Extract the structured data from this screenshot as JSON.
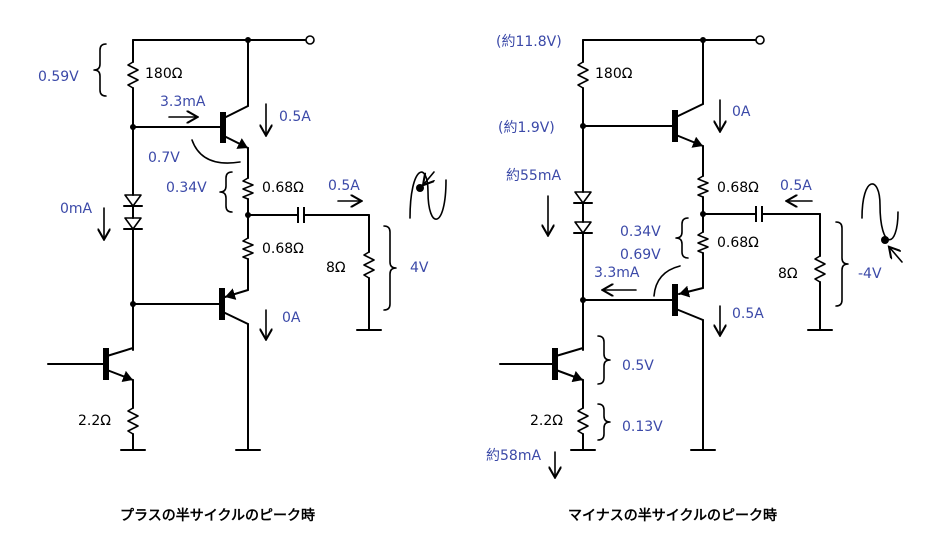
{
  "left": {
    "caption": "プラスの半サイクルのピーク時",
    "v_r180": "0.59V",
    "r180": "180Ω",
    "i_base": "3.3mA",
    "i_top": "0.5A",
    "vbe": "0.7V",
    "v_r068": "0.34V",
    "r068a": "0.68Ω",
    "r068b": "0.68Ω",
    "i_out": "0.5A",
    "i_diode": "0mA",
    "r8": "8Ω",
    "v_out": "4V",
    "i_bottom": "0A",
    "r22": "2.2Ω"
  },
  "right": {
    "caption": "マイナスの半サイクルのピーク時",
    "v_supply": "(約11.8V)",
    "r180": "180Ω",
    "v_node": "(約1.9V)",
    "i_top": "0A",
    "i_diode": "約55mA",
    "r068a": "0.68Ω",
    "i_out": "0.5A",
    "v_r068": "0.34V",
    "vbe": "0.69V",
    "r068b": "0.68Ω",
    "i_base": "3.3mA",
    "r8": "8Ω",
    "v_out": "-4V",
    "i_bottom": "0.5A",
    "v_be_drv": "0.5V",
    "r22": "2.2Ω",
    "v_r22": "0.13V",
    "i_drv": "約58mA"
  },
  "colors": {
    "ink": "#000000",
    "annotation": "#3b49a8"
  }
}
